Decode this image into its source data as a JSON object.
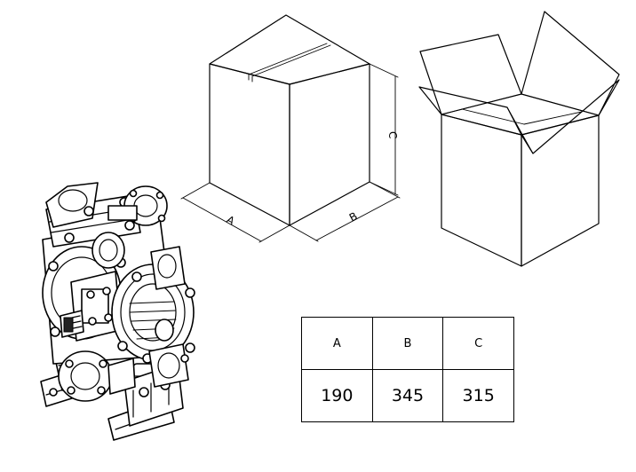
{
  "dimensions": {
    "labels": {
      "a": "A",
      "b": "B",
      "c": "C"
    },
    "values": {
      "a": "190",
      "b": "345",
      "c": "315"
    }
  }
}
